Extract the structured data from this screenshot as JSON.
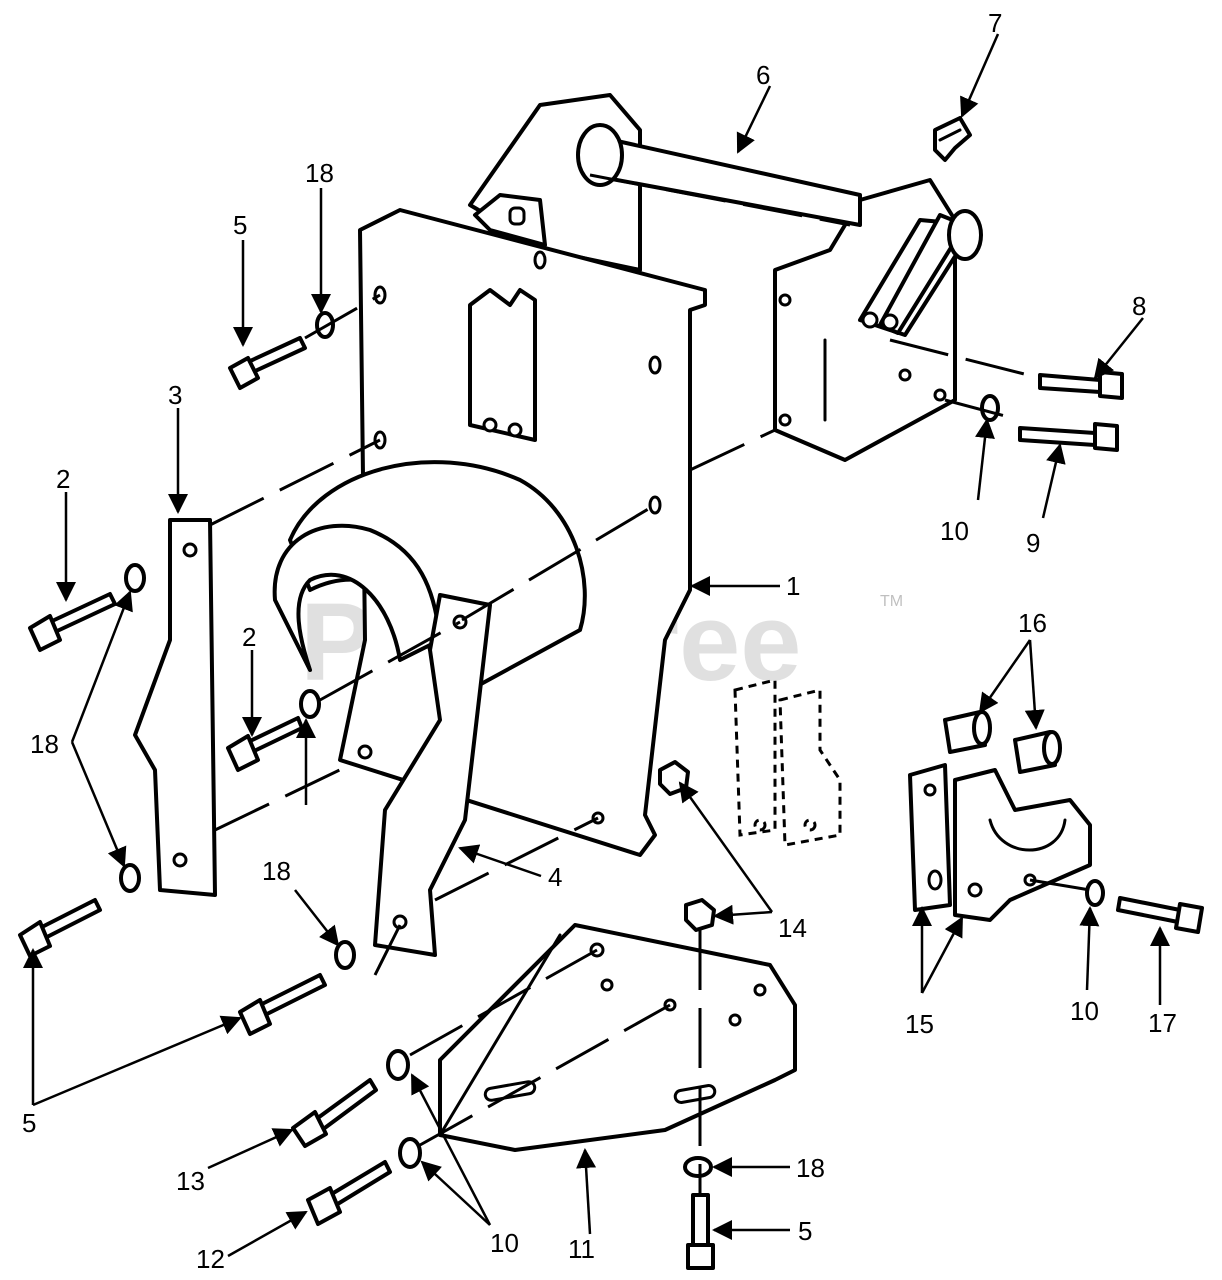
{
  "watermark": {
    "text": "PartsTree",
    "trademark": "TM"
  },
  "callouts": {
    "c1": "1",
    "c2a": "2",
    "c2b": "2",
    "c3": "3",
    "c4": "4",
    "c5a": "5",
    "c5b": "5",
    "c5c": "5",
    "c6": "6",
    "c7": "7",
    "c8": "8",
    "c9": "9",
    "c10a": "10",
    "c10b": "10",
    "c10c": "10",
    "c11": "11",
    "c12": "12",
    "c13": "13",
    "c14": "14",
    "c15": "15",
    "c16": "16",
    "c17": "17",
    "c18a": "18",
    "c18b": "18",
    "c18c": "18",
    "c18d": "18"
  }
}
